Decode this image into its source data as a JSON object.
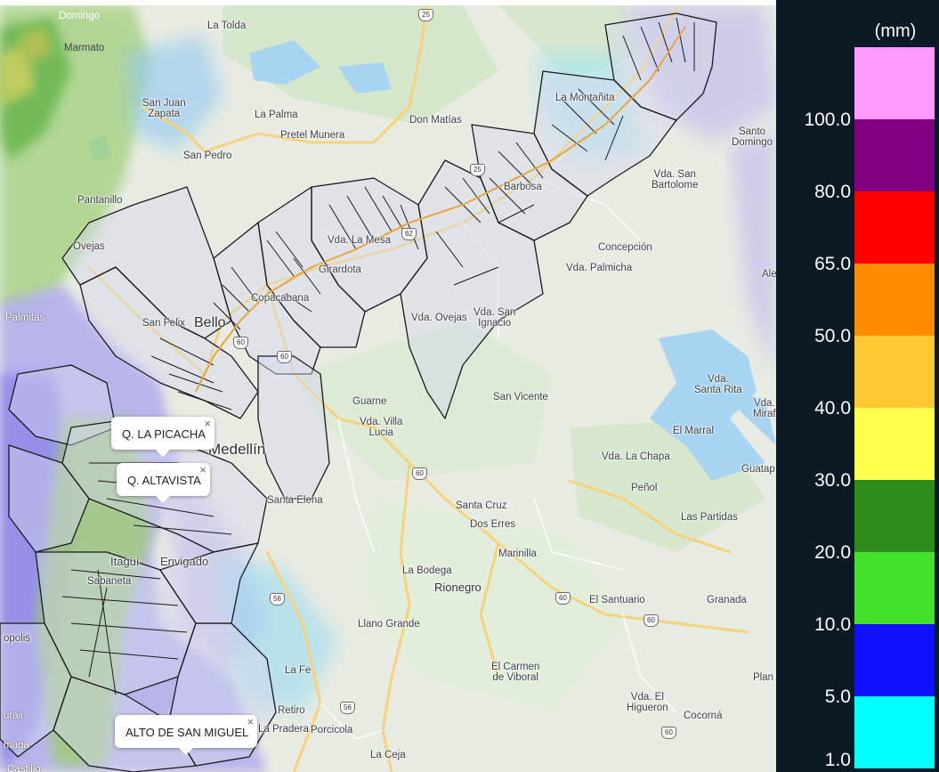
{
  "legend": {
    "unit": "(mm)",
    "bins": [
      {
        "label": "100.0",
        "color": "#ff99ff"
      },
      {
        "label": "80.0",
        "color": "#80007f"
      },
      {
        "label": "65.0",
        "color": "#ff0000"
      },
      {
        "label": "50.0",
        "color": "#ff8c00"
      },
      {
        "label": "40.0",
        "color": "#ffc833"
      },
      {
        "label": "30.0",
        "color": "#ffff4d"
      },
      {
        "label": "20.0",
        "color": "#2e8b1a"
      },
      {
        "label": "10.0",
        "color": "#44e22c"
      },
      {
        "label": "5.0",
        "color": "#1010ff"
      },
      {
        "label": "1.0",
        "color": "#00ffff"
      }
    ]
  },
  "popups": [
    {
      "label": "Q. LA PICACHA",
      "close": "×"
    },
    {
      "label": "Q. ALTAVISTA",
      "close": "×"
    },
    {
      "label": "ALTO DE SAN MIGUEL",
      "close": "×"
    }
  ],
  "places": {
    "domingo": "Domingo",
    "marmato": "Marmato",
    "la_tolda": "La Tolda",
    "san_juan_zapata": "San Juan\nZapata",
    "la_palma": "La Palma",
    "pretel_munera": "Pretel Munera",
    "don_matias": "Don Matías",
    "san_pedro": "San Pedro",
    "pantanillo": "Pantanillo",
    "santo_domingo": "Santo\nDomingo",
    "vda_san_bartolome": "Vda. San\nBartolome",
    "la_montanita": "La Montañita",
    "barbosa": "Barbosa",
    "bello": "Bello",
    "ovejas": "Ovejas",
    "vda_la_mesa": "Vda. La Mesa",
    "girardota": "Girardota",
    "copacabana": "Copacabana",
    "concepcion": "Concepción",
    "vda_palmicha": "Vda. Palmicha",
    "san_felix": "San Felix",
    "palmitas": "Palmitas",
    "vda_ovejas": "Vda. Ovejas",
    "vda_san_ignacio": "Vda. San\nIgnacio",
    "guarne": "Guarne",
    "san_vicente": "San Vicente",
    "vda_santa_rita": "Vda.\nSanta Rita",
    "vda_mira": "Vda.\nMiraf",
    "vda_villa_lucia": "Vda. Villa\nLucia",
    "medellin": "Medellín",
    "el_marral": "El Marral",
    "vda_la_chapa": "Vda. La Chapa",
    "guatape": "Guatap",
    "penol": "Peñol",
    "santa_elena": "Santa Elena",
    "santa_cruz": "Santa Cruz",
    "las_partidas": "Las Partidas",
    "dos_erres": "Dos Erres",
    "marinilla": "Marinilla",
    "itagui": "Itagüí",
    "envigado": "Envigado",
    "la_bodega": "La Bodega",
    "rionegro": "Rionegro",
    "sabaneta": "Sabaneta",
    "el_santuario": "El Santuario",
    "granada": "Granada",
    "llano_grande": "Llano Grande",
    "opolis": "opolis",
    "la_fe": "La Fe",
    "el_carmen_de_viboral": "El Carmen\nde Viboral",
    "plan": "Plan",
    "vda_el_higueron": "Vda. El\nHigueron",
    "cocorna": "Cocorná",
    "retiro": "Retiro",
    "la_pradera": "La Pradera",
    "porcicola": "Porcicola",
    "la_ceja": "La Ceja",
    "urali": "urali",
    "maga": "maga",
    "castillo": "Castillo",
    "ale": "Ale"
  },
  "roads": {
    "r25a": "25",
    "r25b": "25",
    "r62": "62",
    "r60a": "60",
    "r60b": "60",
    "r60c": "60",
    "r60d": "60",
    "r60e": "60",
    "r60f": "60",
    "r56a": "56",
    "r56b": "56"
  }
}
